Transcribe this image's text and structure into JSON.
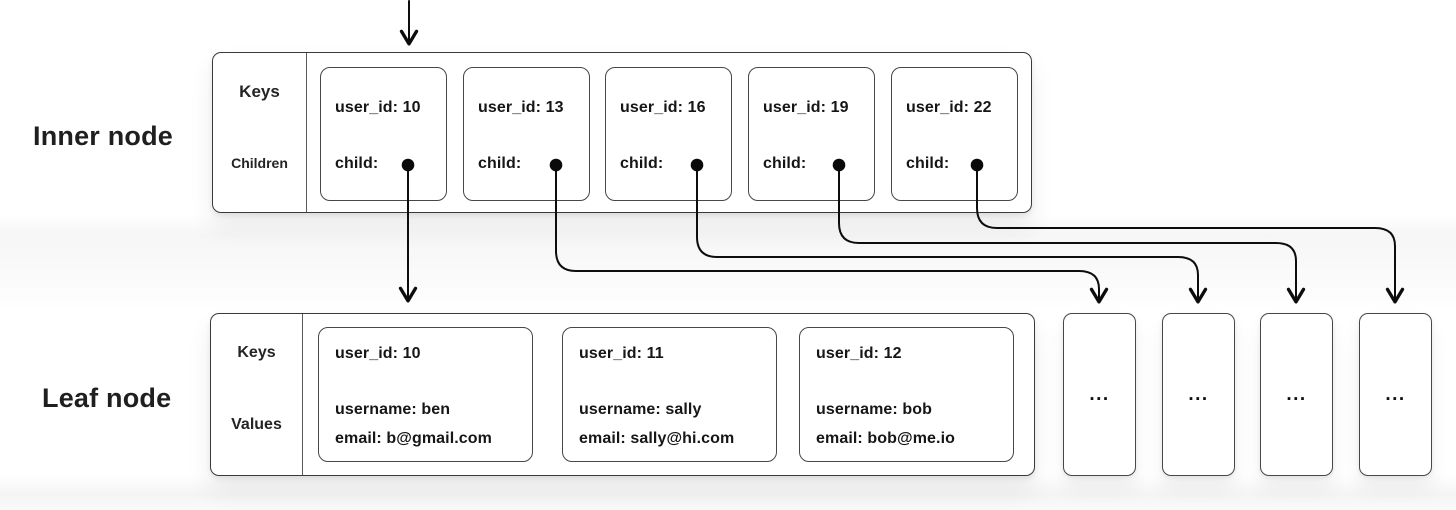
{
  "inner_node": {
    "label": "Inner node",
    "row_label_top": "Keys",
    "row_label_bottom": "Children",
    "cells": [
      {
        "key": "user_id: 10",
        "child": "child:"
      },
      {
        "key": "user_id: 13",
        "child": "child:"
      },
      {
        "key": "user_id: 16",
        "child": "child:"
      },
      {
        "key": "user_id: 19",
        "child": "child:"
      },
      {
        "key": "user_id: 22",
        "child": "child:"
      }
    ]
  },
  "leaf_node": {
    "label": "Leaf node",
    "row_label_top": "Keys",
    "row_label_bottom": "Values",
    "cells": [
      {
        "key": "user_id: 10",
        "username": "username: ben",
        "email": "email: b@gmail.com"
      },
      {
        "key": "user_id: 11",
        "username": "username: sally",
        "email": "email: sally@hi.com"
      },
      {
        "key": "user_id: 12",
        "username": "username: bob",
        "email": "email: bob@me.io"
      }
    ]
  },
  "collapsed_nodes": {
    "placeholder": "...",
    "count": 4
  },
  "colors": {
    "line": "#0d0d0d",
    "border": "#3a3a3a",
    "text": "#1b1b1b",
    "background": "#ffffff"
  }
}
